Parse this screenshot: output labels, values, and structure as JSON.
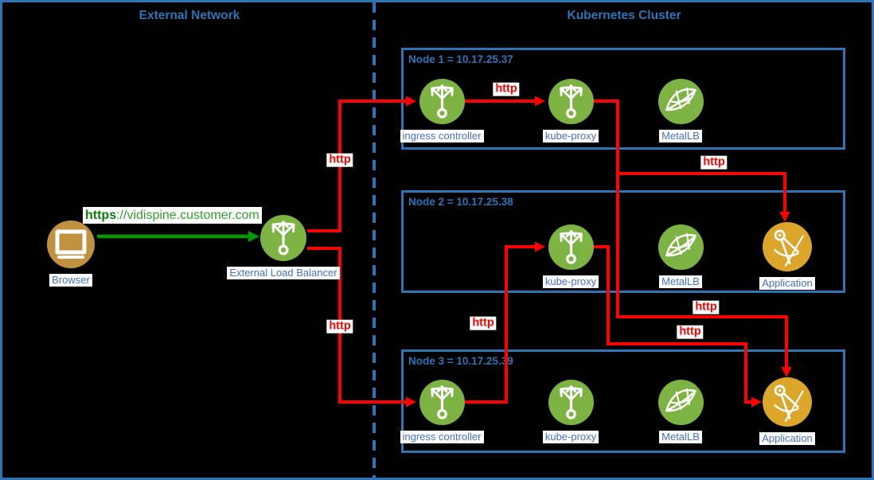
{
  "section_titles": {
    "external_network": "External Network",
    "kubernetes_cluster": "Kubernetes Cluster"
  },
  "external": {
    "browser_label": "Browser",
    "load_balancer_label": "External Load Balancer",
    "request_url": {
      "scheme": "https",
      "rest": "://vidispine.customer.com"
    }
  },
  "nodes": [
    {
      "title": "Node 1 = 10.17.25.37",
      "items": [
        {
          "icon": "branch-arrow",
          "label": "ingress controller"
        },
        {
          "icon": "branch-arrow",
          "label": "kube-proxy"
        },
        {
          "icon": "metallb-net",
          "label": "MetalLB"
        }
      ]
    },
    {
      "title": "Node 2 = 10.17.25.38",
      "items": [
        {
          "icon": "branch-arrow",
          "label": "kube-proxy"
        },
        {
          "icon": "metallb-net",
          "label": "MetalLB"
        },
        {
          "icon": "compass",
          "label": "Application"
        }
      ]
    },
    {
      "title": "Node 3 = 10.17.25.39",
      "items": [
        {
          "icon": "branch-arrow",
          "label": "ingress controller"
        },
        {
          "icon": "branch-arrow",
          "label": "kube-proxy"
        },
        {
          "icon": "metallb-net",
          "label": "MetalLB"
        },
        {
          "icon": "compass",
          "label": "Application"
        }
      ]
    }
  ],
  "edge_labels": {
    "lb_to_node1_ingress": "http",
    "lb_to_node3_ingress": "http",
    "ingress1_to_kubeproxy1": "http",
    "kubeproxy1_to_app_node2": "http",
    "kubeproxy1_to_app_node3": "http",
    "kubeproxy2_to_app_node3": "http",
    "ingress3_to_kubeproxy2": "http"
  },
  "colors": {
    "background": "#000000",
    "border_blue": "#2E75B6",
    "icon_label_blue": "#4472C4",
    "node_green": "#7CB342",
    "application_gold": "#DBA629",
    "browser_gold": "#C09240",
    "line_red": "#FF0000",
    "arrow_green": "#009900",
    "url_green": "#2FA12F"
  }
}
